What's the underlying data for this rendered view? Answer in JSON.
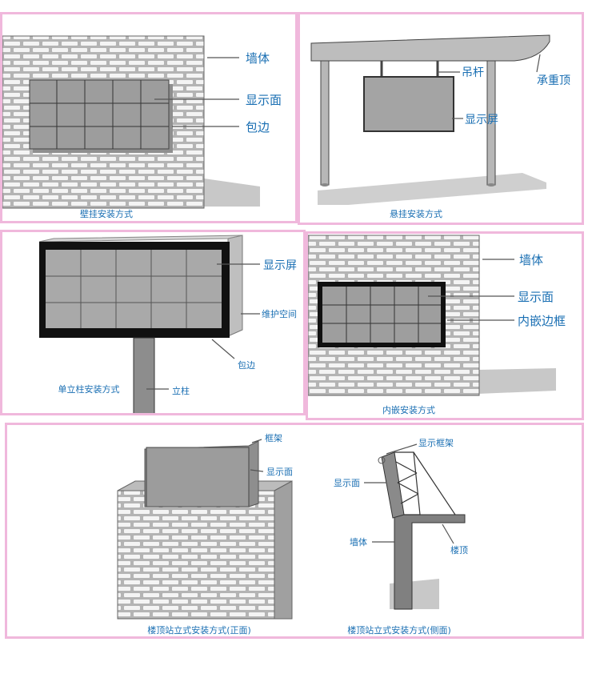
{
  "colors": {
    "panel_border": "#f0b8dc",
    "label_text": "#1a6fb3",
    "wall_gray": "#a9a9a9",
    "screen_gray": "#9a9a9a",
    "ground": "#c8c8c8"
  },
  "panels": {
    "wall_mount": {
      "caption": "壁挂安装方式",
      "labels": {
        "wall": "墙体",
        "display_surface": "显示面",
        "edging": "包边"
      }
    },
    "hanging": {
      "caption": "悬挂安装方式",
      "labels": {
        "hanging_rod": "吊杆",
        "bearing_top": "承重顶",
        "display_screen": "显示屏"
      }
    },
    "single_column": {
      "caption": "单立柱安装方式",
      "labels": {
        "display_screen": "显示屏",
        "maintenance_space": "维护空间",
        "edging": "包边",
        "column": "立柱"
      }
    },
    "embedded": {
      "caption": "内嵌安装方式",
      "labels": {
        "wall": "墙体",
        "display_surface": "显示面",
        "embedded_frame": "内嵌边框"
      }
    },
    "roof_front": {
      "caption": "楼顶站立式安装方式(正面)",
      "labels": {
        "frame": "框架",
        "display_surface": "显示面"
      }
    },
    "roof_side": {
      "caption": "楼顶站立式安装方式(侧面)",
      "labels": {
        "display_frame": "显示框架",
        "display_surface": "显示面",
        "wall": "墙体",
        "roof": "楼顶"
      }
    }
  }
}
